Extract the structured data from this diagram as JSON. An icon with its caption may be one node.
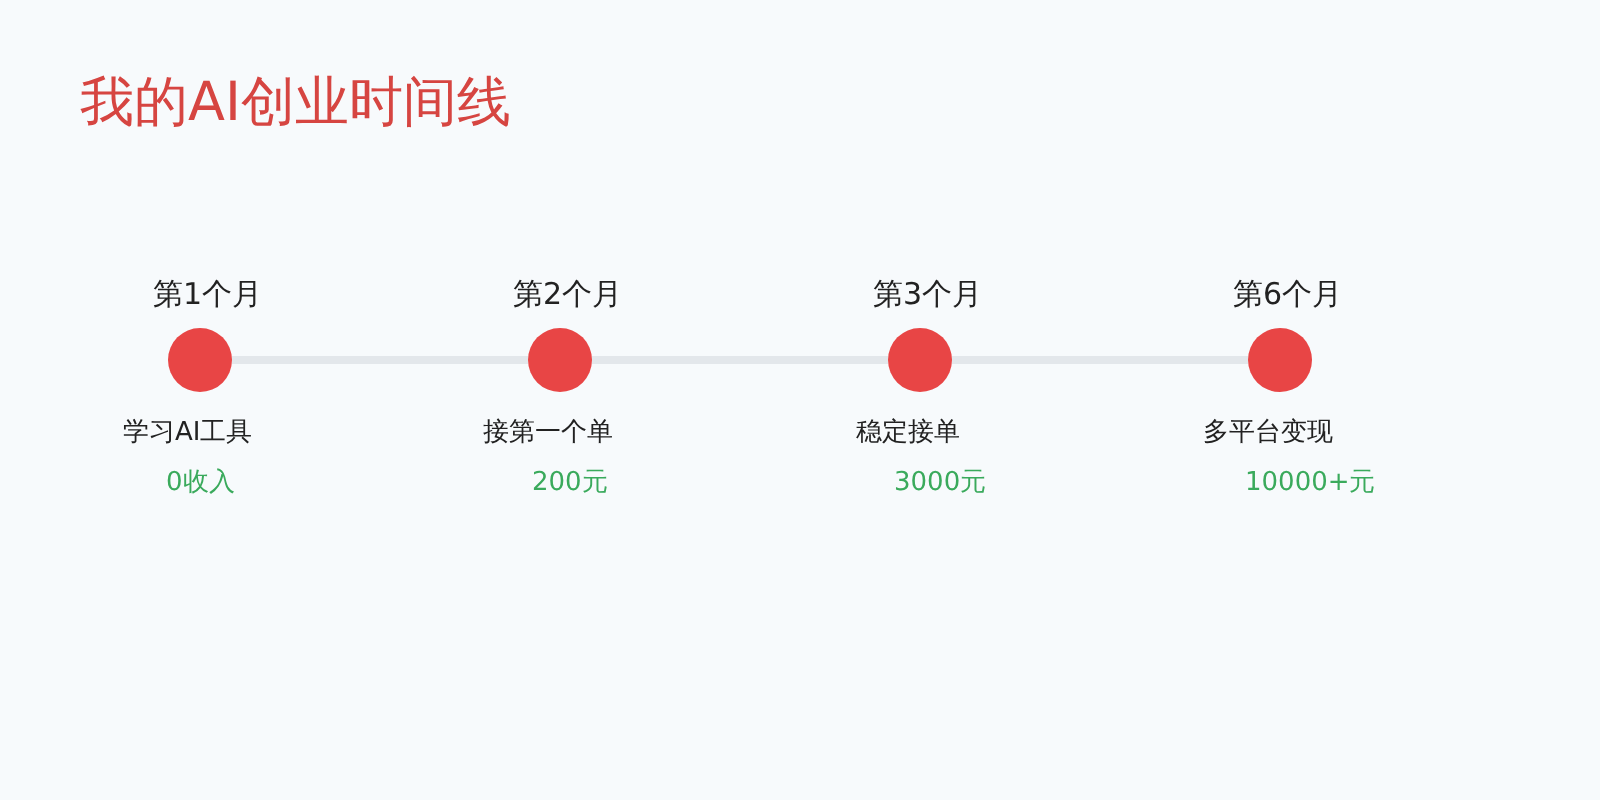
{
  "diagram": {
    "title": "我的AI创业时间线",
    "nodes": [
      {
        "text": [],
        "shape": "circle",
        "beside": [
          "第1个月",
          "学习AI工具",
          "0收入"
        ]
      },
      {
        "text": [],
        "shape": "circle",
        "beside": [
          "第2个月",
          "接第一个单",
          "200元"
        ]
      },
      {
        "text": [],
        "shape": "circle",
        "beside": [
          "第3个月",
          "稳定接单",
          "3000元"
        ]
      },
      {
        "text": [],
        "shape": "circle",
        "beside": [
          "第6个月",
          "多平台变现",
          "10000+元"
        ]
      }
    ],
    "edges": [
      {
        "from": 0,
        "to": 1,
        "arrow": "none"
      },
      {
        "from": 1,
        "to": 2,
        "arrow": "none"
      },
      {
        "from": 2,
        "to": 3,
        "arrow": "none"
      }
    ]
  }
}
